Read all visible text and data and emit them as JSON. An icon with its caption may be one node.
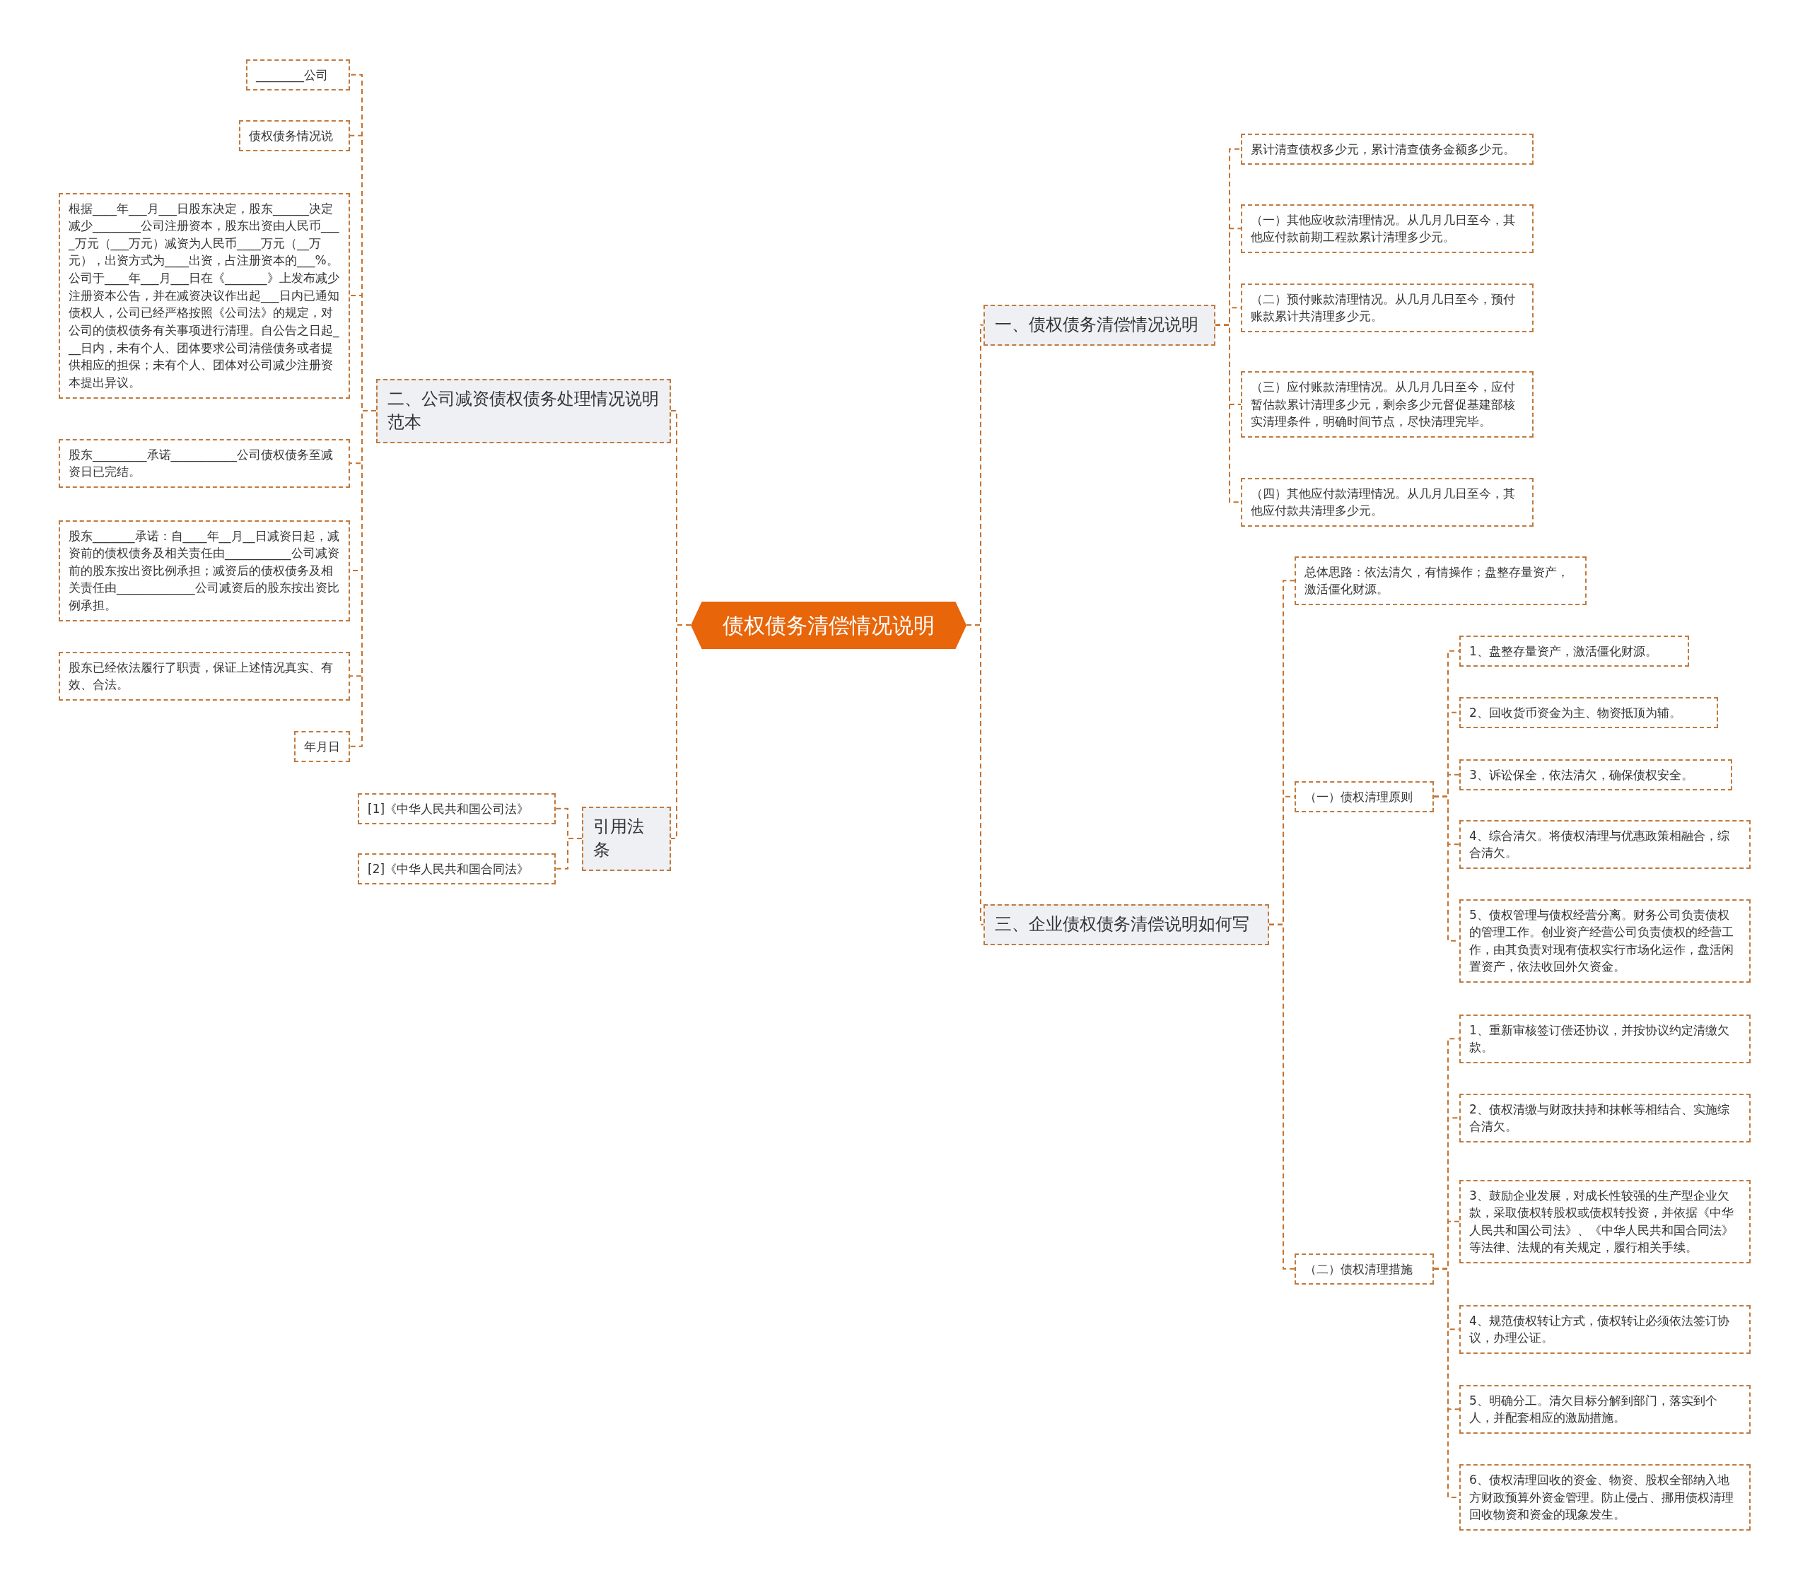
{
  "diagram": {
    "nodes": [
      {
        "text": [
          "债权债务清偿情况说明"
        ]
      },
      {
        "text": [
          "二、公司减资债权债务处理情况说明范本"
        ]
      },
      {
        "text": [
          "________公司"
        ]
      },
      {
        "text": [
          "债权债务情况说"
        ]
      },
      {
        "text": [
          "根据____年___月___日股东决定，股东______决定减少________公司注册资本，股东出资由人民币____万元（___万元）减资为人民币____万元（__万元），出资方式为____出资，占注册资本的___%。公司于____年___月___日在《_______》上发布减少注册资本公告，并在减资决议作出起___日内已通知债权人，公司已经严格按照《公司法》的规定，对公司的债权债务有关事项进行清理。自公告之日起___日内，未有个人、团体要求公司清偿债务或者提供相应的担保；未有个人、团体对公司减少注册资本提出异议。"
        ]
      },
      {
        "text": [
          "股东_________承诺___________公司债权债务至减资日已完结。"
        ]
      },
      {
        "text": [
          "股东_______承诺：自____年__月__日减资日起，减资前的债权债务及相关责任由___________公司减资前的股东按出资比例承担；减资后的债权债务及相关责任由_____________公司减资后的股东按出资比例承担。"
        ]
      },
      {
        "text": [
          "股东已经依法履行了职责，保证上述情况真实、有效、合法。"
        ]
      },
      {
        "text": [
          "年月日"
        ]
      },
      {
        "text": [
          "引用法条"
        ]
      },
      {
        "text": [
          "[1]《中华人民共和国公司法》"
        ]
      },
      {
        "text": [
          "[2]《中华人民共和国合同法》"
        ]
      },
      {
        "text": [
          "一、债权债务清偿情况说明"
        ]
      },
      {
        "text": [
          "累计清查债权多少元，累计清查债务金额多少元。"
        ]
      },
      {
        "text": [
          "（一）其他应收款清理情况。从几月几日至今，其他应付款前期工程款累计清理多少元。"
        ]
      },
      {
        "text": [
          "（二）预付账款清理情况。从几月几日至今，预付账款累计共清理多少元。"
        ]
      },
      {
        "text": [
          "（三）应付账款清理情况。从几月几日至今，应付暂估款累计清理多少元，剩余多少元督促基建部核实清理条件，明确时间节点，尽快清理完毕。"
        ]
      },
      {
        "text": [
          "（四）其他应付款清理情况。从几月几日至今，其他应付款共清理多少元。"
        ]
      },
      {
        "text": [
          "三、企业债权债务清偿说明如何写"
        ]
      },
      {
        "text": [
          "总体思路：依法清欠，有情操作；盘整存量资产，激活僵化财源。"
        ]
      },
      {
        "text": [
          "（一）债权清理原则"
        ]
      },
      {
        "text": [
          "1、盘整存量资产，激活僵化财源。"
        ]
      },
      {
        "text": [
          "2、回收货币资金为主、物资抵顶为辅。"
        ]
      },
      {
        "text": [
          "3、诉讼保全，依法清欠，确保债权安全。"
        ]
      },
      {
        "text": [
          "4、综合清欠。将债权清理与优惠政策相融合，综合清欠。"
        ]
      },
      {
        "text": [
          "5、债权管理与债权经营分离。财务公司负责债权的管理工作。创业资产经营公司负责债权的经营工作，由其负责对现有债权实行市场化运作，盘活闲置资产，依法收回外欠资金。"
        ]
      },
      {
        "text": [
          "（二）债权清理措施"
        ]
      },
      {
        "text": [
          "1、重新审核签订偿还协议，并按协议约定清缴欠款。"
        ]
      },
      {
        "text": [
          "2、债权清缴与财政扶持和抹帐等相结合、实施综合清欠。"
        ]
      },
      {
        "text": [
          "3、鼓励企业发展，对成长性较强的生产型企业欠款，采取债权转股权或债权转投资，并依据《中华人民共和国公司法》、《中华人民共和国合同法》等法律、法规的有关规定，履行相关手续。"
        ]
      },
      {
        "text": [
          "4、规范债权转让方式，债权转让必须依法签订协议，办理公证。"
        ]
      },
      {
        "text": [
          "5、明确分工。清欠目标分解到部门，落实到个人，并配套相应的激励措施。"
        ]
      },
      {
        "text": [
          "6、债权清理回收的资金、物资、股权全部纳入地方财政预算外资金管理。防止侵占、挪用债权清理回收物资和资金的现象发生。"
        ]
      }
    ],
    "edges": [
      {
        "from": 0,
        "to": 1,
        "arrow": "none",
        "style": "dashed"
      },
      {
        "from": 1,
        "to": 2,
        "arrow": "none",
        "style": "dashed"
      },
      {
        "from": 1,
        "to": 3,
        "arrow": "none",
        "style": "dashed"
      },
      {
        "from": 1,
        "to": 4,
        "arrow": "none",
        "style": "dashed"
      },
      {
        "from": 1,
        "to": 5,
        "arrow": "none",
        "style": "dashed"
      },
      {
        "from": 1,
        "to": 6,
        "arrow": "none",
        "style": "dashed"
      },
      {
        "from": 1,
        "to": 7,
        "arrow": "none",
        "style": "dashed"
      },
      {
        "from": 1,
        "to": 8,
        "arrow": "none",
        "style": "dashed"
      },
      {
        "from": 0,
        "to": 9,
        "arrow": "none",
        "style": "dashed"
      },
      {
        "from": 9,
        "to": 10,
        "arrow": "none",
        "style": "dashed"
      },
      {
        "from": 9,
        "to": 11,
        "arrow": "none",
        "style": "dashed"
      },
      {
        "from": 0,
        "to": 12,
        "arrow": "none",
        "style": "dashed"
      },
      {
        "from": 12,
        "to": 13,
        "arrow": "none",
        "style": "dashed"
      },
      {
        "from": 12,
        "to": 14,
        "arrow": "none",
        "style": "dashed"
      },
      {
        "from": 12,
        "to": 15,
        "arrow": "none",
        "style": "dashed"
      },
      {
        "from": 12,
        "to": 16,
        "arrow": "none",
        "style": "dashed"
      },
      {
        "from": 12,
        "to": 17,
        "arrow": "none",
        "style": "dashed"
      },
      {
        "from": 0,
        "to": 18,
        "arrow": "none",
        "style": "dashed"
      },
      {
        "from": 18,
        "to": 19,
        "arrow": "none",
        "style": "dashed"
      },
      {
        "from": 18,
        "to": 20,
        "arrow": "none",
        "style": "dashed"
      },
      {
        "from": 20,
        "to": 21,
        "arrow": "none",
        "style": "dashed"
      },
      {
        "from": 20,
        "to": 22,
        "arrow": "none",
        "style": "dashed"
      },
      {
        "from": 20,
        "to": 23,
        "arrow": "none",
        "style": "dashed"
      },
      {
        "from": 20,
        "to": 24,
        "arrow": "none",
        "style": "dashed"
      },
      {
        "from": 20,
        "to": 25,
        "arrow": "none",
        "style": "dashed"
      },
      {
        "from": 18,
        "to": 26,
        "arrow": "none",
        "style": "dashed"
      },
      {
        "from": 26,
        "to": 27,
        "arrow": "none",
        "style": "dashed"
      },
      {
        "from": 26,
        "to": 28,
        "arrow": "none",
        "style": "dashed"
      },
      {
        "from": 26,
        "to": 29,
        "arrow": "none",
        "style": "dashed"
      },
      {
        "from": 26,
        "to": 30,
        "arrow": "none",
        "style": "dashed"
      },
      {
        "from": 26,
        "to": 31,
        "arrow": "none",
        "style": "dashed"
      },
      {
        "from": 26,
        "to": 32,
        "arrow": "none",
        "style": "dashed"
      }
    ]
  }
}
